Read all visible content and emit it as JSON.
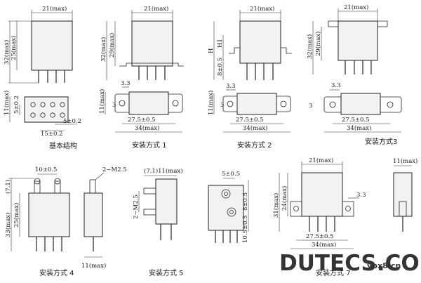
{
  "captions": {
    "basic": "基本结构",
    "m1": "安装方式 1",
    "m2": "安装方式 2",
    "m3": "安装方式3",
    "m4": "安装方式 4",
    "m5": "安装方式 5",
    "m7": "安装方式 7"
  },
  "dims": {
    "w21": "21(max)",
    "h32": "32(max)",
    "h25": "25(max)",
    "h29": "29(max)",
    "h29b": "29(max)",
    "H": "H",
    "H1": "H1",
    "h8": "8±0.5",
    "w11": "11(max)",
    "p5": "5±0.2",
    "p15": "15±0.2",
    "s33": "3.3",
    "s3": "3",
    "d275": "27.5±0.5",
    "w34": "34(max)",
    "d10": "10±0.5",
    "m25": "2−M2.5",
    "h71": "(7.1)",
    "h33": "33(max)",
    "h25b": "25(max)",
    "w11b": "11(max)",
    "t71": "(7.1)11(max)",
    "m25b": "2−M2.5",
    "d5": "5±0.5",
    "v8": "8±0.5",
    "v10": "10.5±0.5",
    "h31": "31(max)",
    "h24": "24(max)",
    "s33b": "3.3",
    "d275b": "27.5±0.5",
    "w34b": "34(max)",
    "w11c": "11(max)"
  },
  "watermark": {
    "main": "DUTECS.COM",
    "sub": "ybx8.cn"
  },
  "colors": {
    "line": "#222222",
    "fill": "#f2f2f2",
    "watermark": "#111111"
  }
}
